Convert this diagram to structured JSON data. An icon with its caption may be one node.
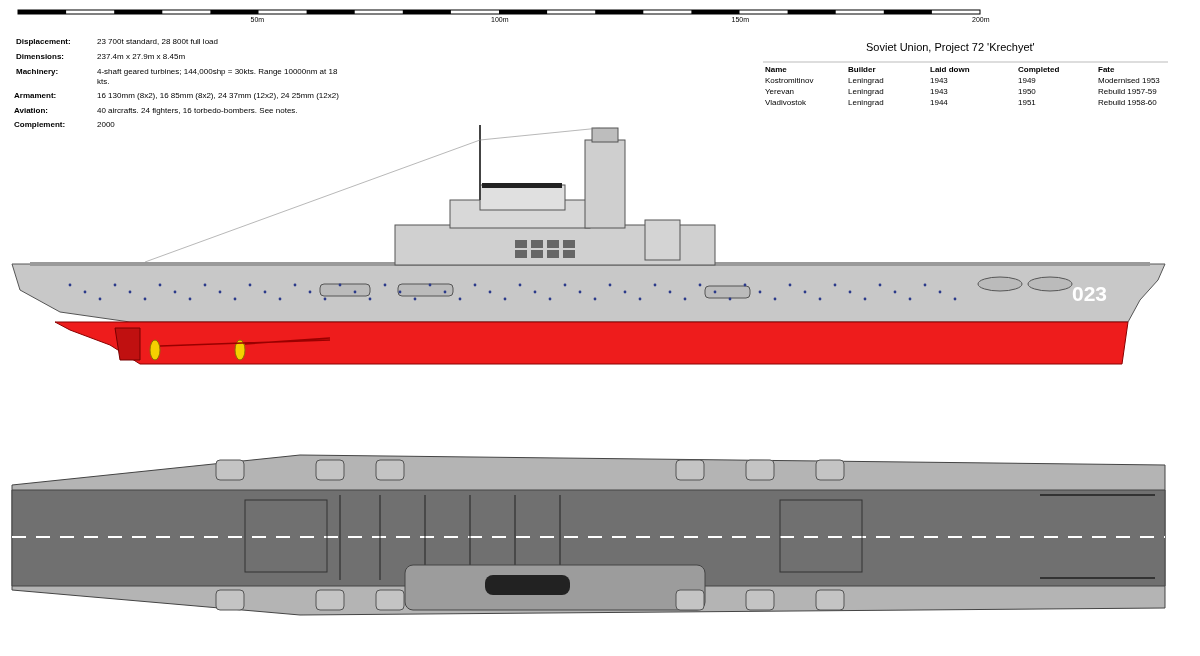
{
  "diagram": {
    "title": "Soviet Union, Project 72 'Krechyet'",
    "labels": [
      "50m",
      "100m",
      "150m",
      "200m",
      "Displacement:",
      "23 700t standard, 28 800t full load",
      "Dimensions:",
      "237.4m x 27.9m x 8.45m",
      "Machinery:",
      "4-shaft geared turbines; 144,000shp = 30kts. Range 10000nm at 18 kts.",
      "Armament:",
      "16 130mm (8x2), 16 85mm (8x2), 24 37mm (12x2), 24 25mm (12x2)",
      "Aviation:",
      "40 aircrafts. 24 fighters, 16 torbedo-bombers. See notes.",
      "Complement:",
      "2000",
      "Name",
      "Builder",
      "Laid down",
      "Completed",
      "Fate",
      "Kostromitinov",
      "Leningrad",
      "1943",
      "1949",
      "Modernised 1953",
      "Yerevan",
      "Leningrad",
      "1943",
      "1950",
      "Rebuild 1957-59",
      "Vladivostok",
      "Leningrad",
      "1944",
      "1951",
      "Rebuild 1958-60",
      "023"
    ]
  }
}
